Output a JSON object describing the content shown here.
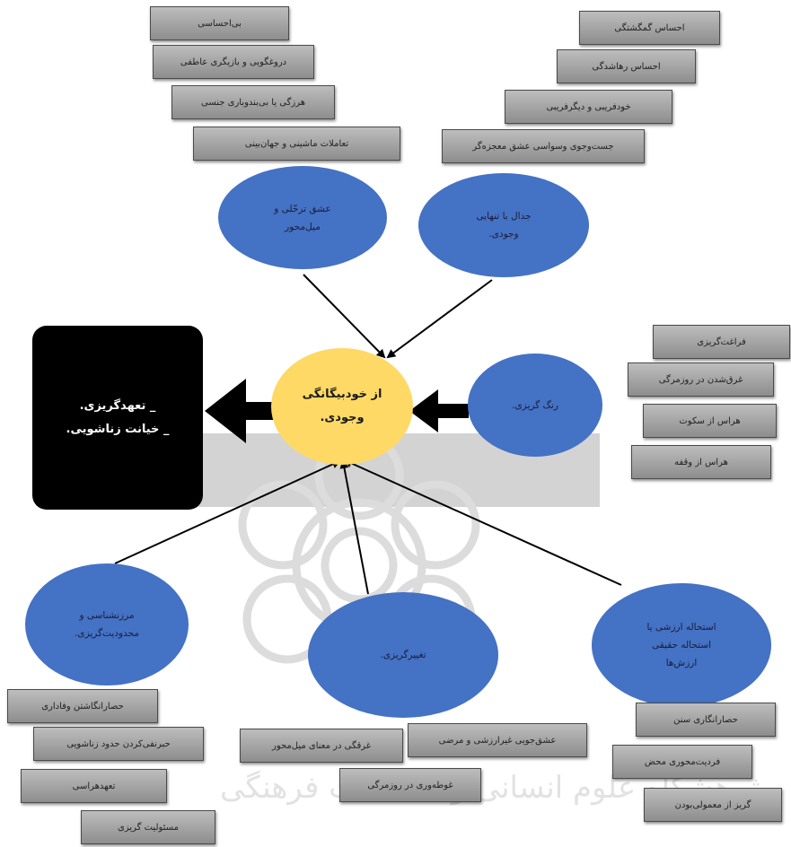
{
  "center": {
    "line1": "از خودبیگانگی",
    "line2": "وجودی."
  },
  "outcome": {
    "line1": "_ تعهدگریزی.",
    "line2": "_ خیانت زناشویی."
  },
  "nodes": {
    "love": {
      "line1": "عشق ترحّلی و",
      "line2": "میل‌محور"
    },
    "struggle": {
      "line1": "جدال با تنهایی",
      "line2": "وجودی."
    },
    "color": {
      "line1": "رنگ گریزی."
    },
    "boundary": {
      "line1": "مرزنشناسی و",
      "line2": "محدودیت‌گریزی."
    },
    "change": {
      "line1": "تغییرگریزی."
    },
    "value": {
      "line1": "استحاله ارزشی یا",
      "line2": "استحاله حقیقی",
      "line3": "ارزش‌ها"
    }
  },
  "boxes": {
    "love": [
      "بی‌احساسی",
      "دروغگویی و بازیگری عاطفی",
      "هرزگی یا بی‌بندوباری جنسی",
      "تعاملات ماشینی و جهان‌بینی"
    ],
    "struggle": [
      "احساس گمگشتگی",
      "احساس رهاشدگی",
      "خودفریبی و دیگرفریبی",
      "جست‌وجوی وسواسی عشق معجزه‌گر"
    ],
    "color": [
      "فراغت‌گریزی",
      "غرق‌شدن در روزمرگی",
      "هراس از سکوت",
      "هراس از وقفه"
    ],
    "boundary": [
      "حصارانگاشتن وفاداری",
      "حبرنفی‌کردن حدود زناشویی",
      "تعهدهراسی",
      "مسئولیت گریزی"
    ],
    "change": [
      "غرقگی در معنای میل‌محور",
      "عشق‌جویی غیرارزشی و مرضی",
      "غوطه‌وری در روزمرگی"
    ],
    "value": [
      "حصارانگاری سنن",
      "فردیت‌محوری محض",
      "گریز از معمولی‌بودن"
    ]
  },
  "watermark": {
    "text": "پژوهشگاه علوم انسانی و مطالعات فرهنگی"
  },
  "colors": {
    "oval_blue": "#4472c4",
    "center_yellow": "#ffd966",
    "box_grey": "#a6a6a6",
    "outcome_black": "#000000"
  }
}
